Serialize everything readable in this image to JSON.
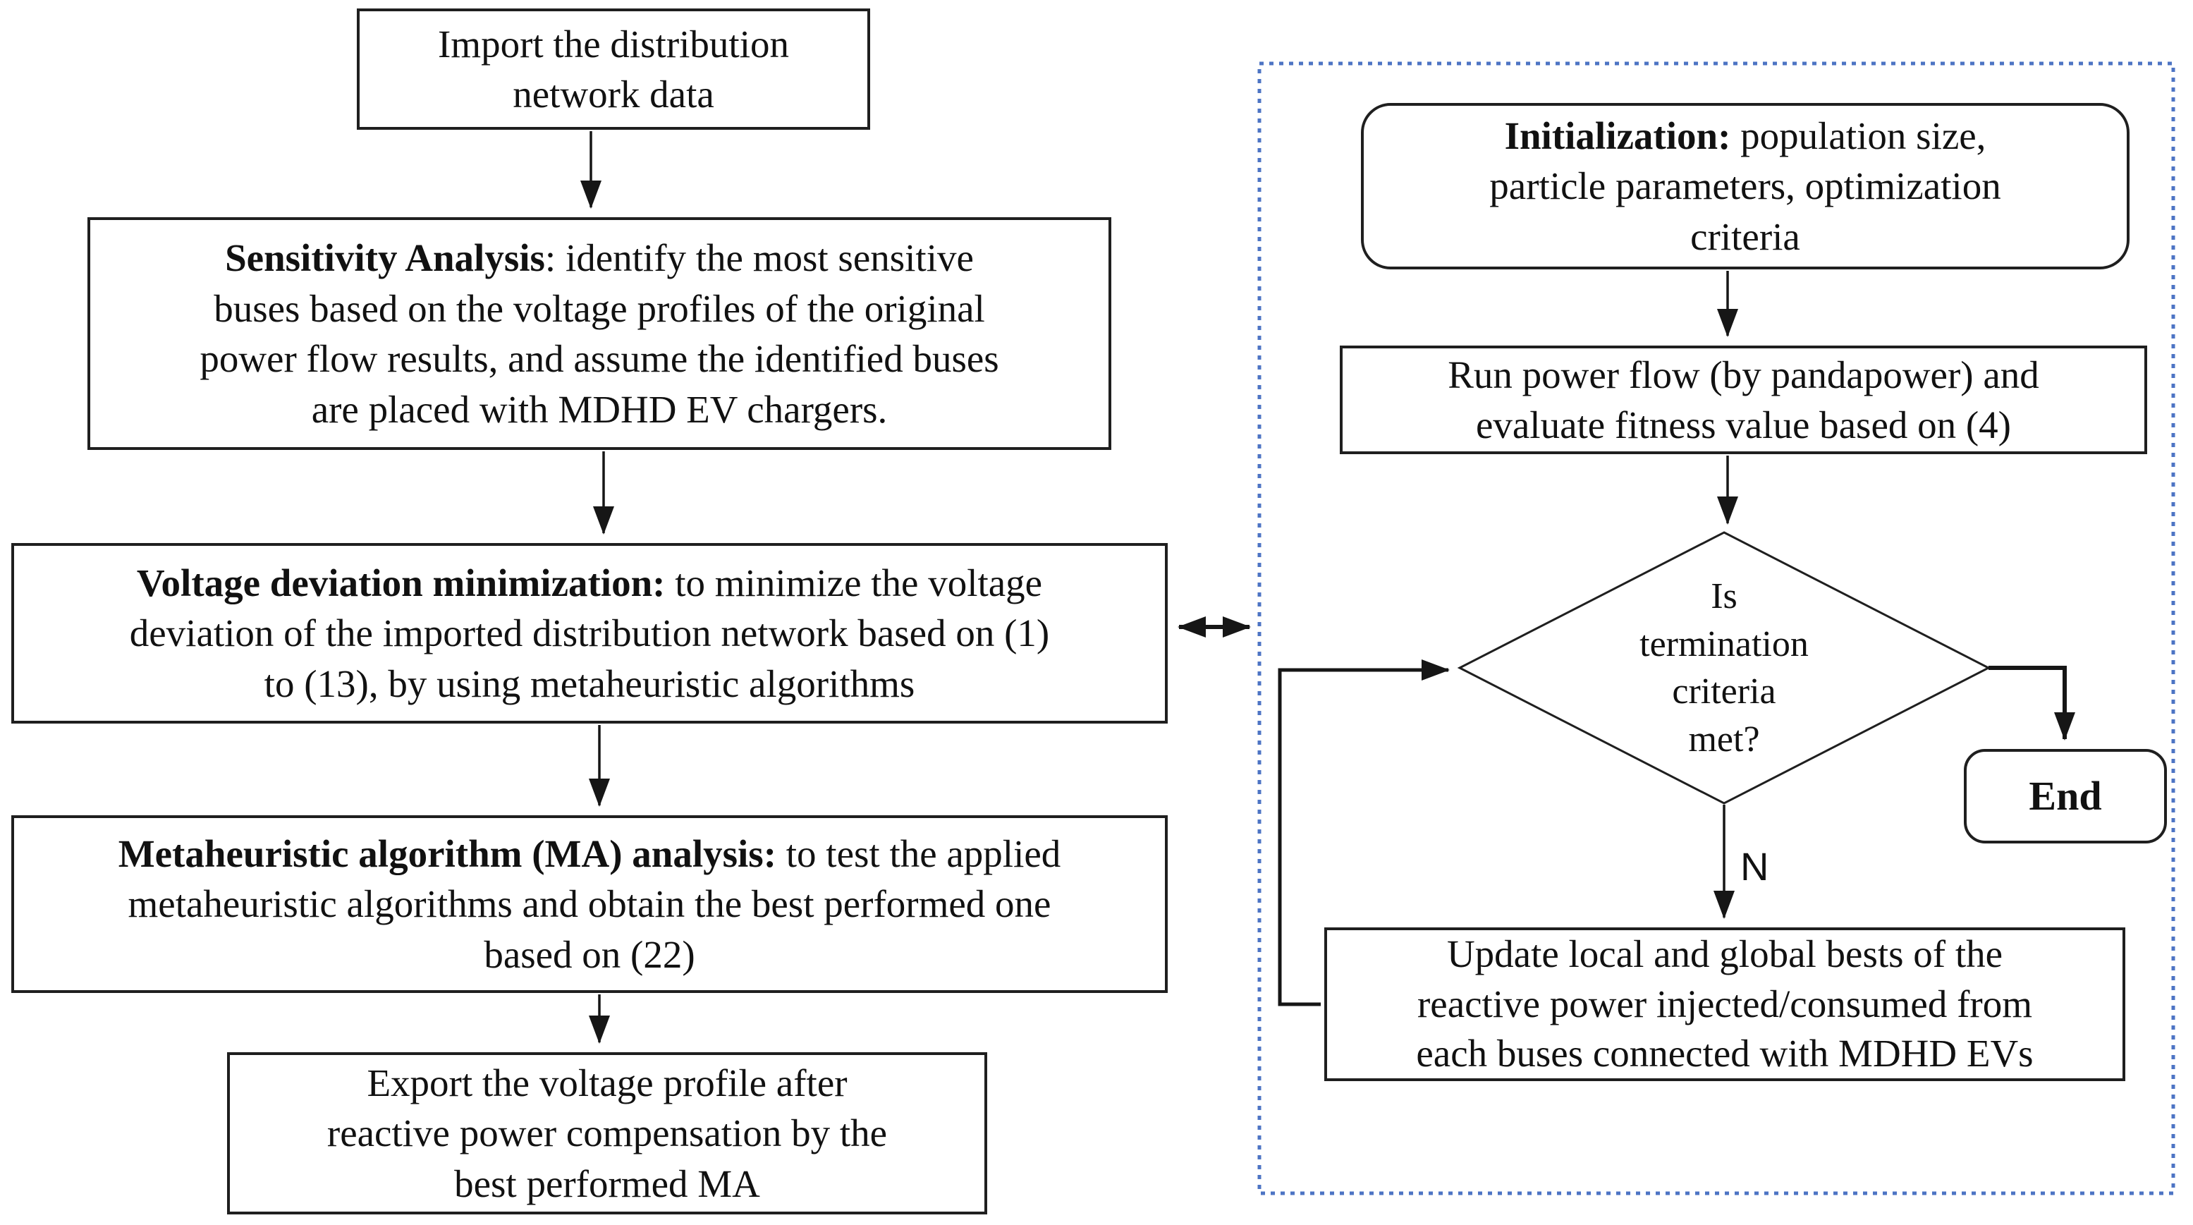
{
  "figure": {
    "background": "#ffffff",
    "colors": {
      "box_border": "#1f1f1f",
      "arrow": "#161616",
      "dashed_region_border": "#4d74c4",
      "text": "#111111"
    },
    "left_flow": {
      "import_box": {
        "lines": [
          "Import the distribution",
          "network data"
        ]
      },
      "sensitivity_box": {
        "bold": "Sensitivity Analysis",
        "rest_lines": [
          ": identify the most sensitive",
          "buses based on the voltage profiles of the original",
          "power flow results, and assume the identified buses",
          "are placed with MDHD EV chargers."
        ]
      },
      "voltage_box": {
        "bold": "Voltage deviation minimization:",
        "rest_lines": [
          " to minimize the voltage",
          "deviation of the imported distribution network based on (1)",
          "to (13), by using metaheuristic algorithms"
        ]
      },
      "ma_box": {
        "bold": "Metaheuristic algorithm (MA) analysis:",
        "rest_lines": [
          " to test the applied",
          "metaheuristic algorithms and obtain the best performed one",
          "based on (22)"
        ]
      },
      "export_box": {
        "lines": [
          "Export the voltage profile after",
          "reactive power compensation by the",
          "best performed MA"
        ]
      }
    },
    "optimization_region": {
      "init_box": {
        "bold": "Initialization:",
        "rest_lines": [
          " population size,",
          "particle parameters, optimization",
          "criteria"
        ]
      },
      "run_box": {
        "lines": [
          "Run power flow (by pandapower) and",
          "evaluate fitness value based on (4)"
        ]
      },
      "decision_diamond": {
        "lines": [
          "Is",
          "termination",
          "criteria",
          "met?"
        ]
      },
      "no_label": "N",
      "update_box": {
        "lines": [
          "Update local and global bests of the",
          "reactive power injected/consumed from",
          "each buses connected with MDHD EVs"
        ]
      },
      "end_box": {
        "label": "End"
      }
    }
  }
}
